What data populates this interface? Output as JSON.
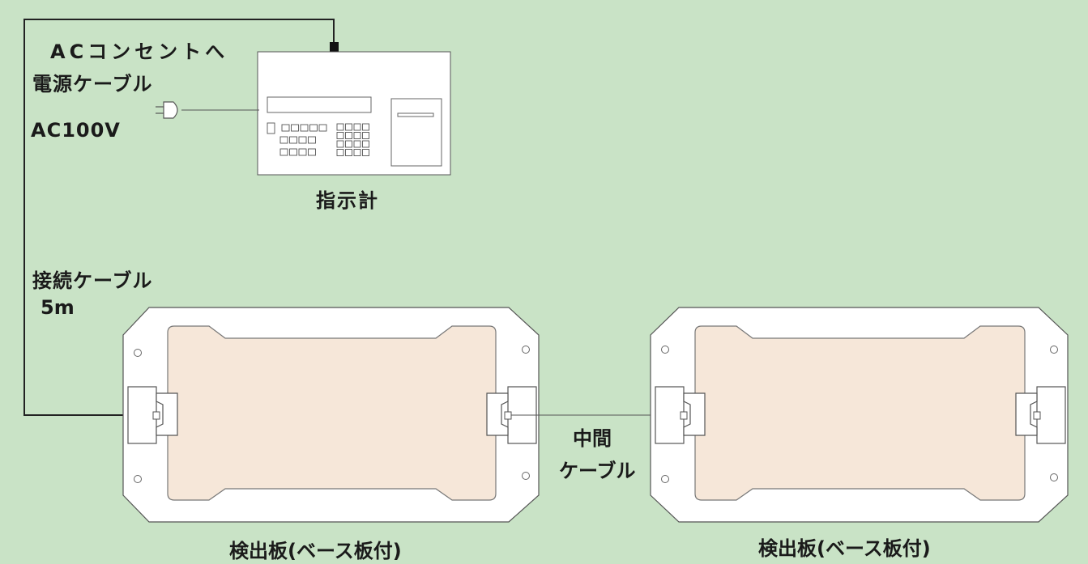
{
  "labels": {
    "ac_outlet": "ACコンセントへ",
    "power_cable": "電源ケーブル",
    "voltage": "AC100V",
    "indicator": "指示計",
    "connection_cable": "接続ケーブル",
    "cable_length": "5m",
    "middle_cable_line1": "中間",
    "middle_cable_line2": "ケーブル",
    "detector_left": "検出板(ベース板付)",
    "detector_right": "検出板(ベース板付)"
  },
  "colors": {
    "background": "#c9e3c6",
    "plate": "#ffffff",
    "pad": "#f6e7d9",
    "line": "#2a2a2a"
  }
}
